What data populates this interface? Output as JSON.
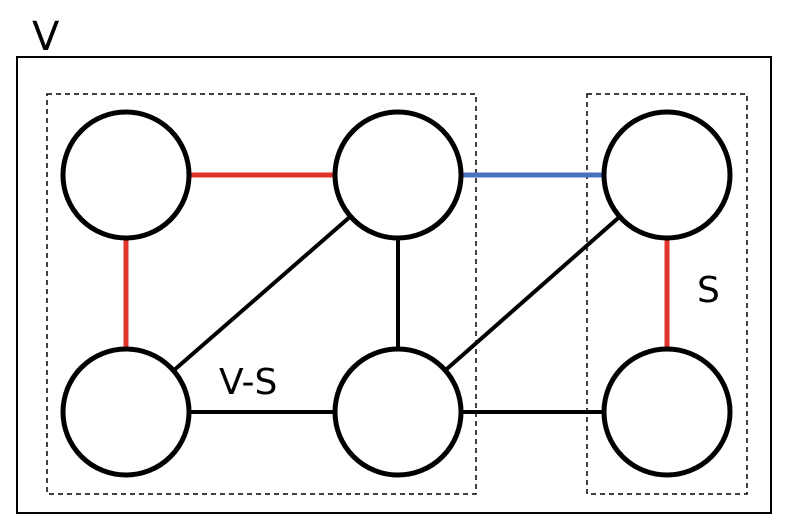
{
  "labels": {
    "universe": "V",
    "complement": "V-S",
    "subset": "S"
  },
  "colors": {
    "red_edge": "#e0332a",
    "blue_edge": "#4a6fbf",
    "black_edge": "#000000",
    "node_stroke": "#000000",
    "node_fill": "#ffffff"
  },
  "graph": {
    "nodes": [
      "a",
      "b",
      "c",
      "d",
      "e",
      "f"
    ],
    "edges": [
      {
        "from": "a",
        "to": "b",
        "color": "red"
      },
      {
        "from": "a",
        "to": "c",
        "color": "red"
      },
      {
        "from": "b",
        "to": "e",
        "color": "blue"
      },
      {
        "from": "e",
        "to": "f",
        "color": "red"
      },
      {
        "from": "b",
        "to": "c",
        "color": "black"
      },
      {
        "from": "b",
        "to": "d",
        "color": "black"
      },
      {
        "from": "c",
        "to": "d",
        "color": "black"
      },
      {
        "from": "d",
        "to": "e",
        "color": "black"
      },
      {
        "from": "d",
        "to": "f",
        "color": "black"
      }
    ]
  }
}
